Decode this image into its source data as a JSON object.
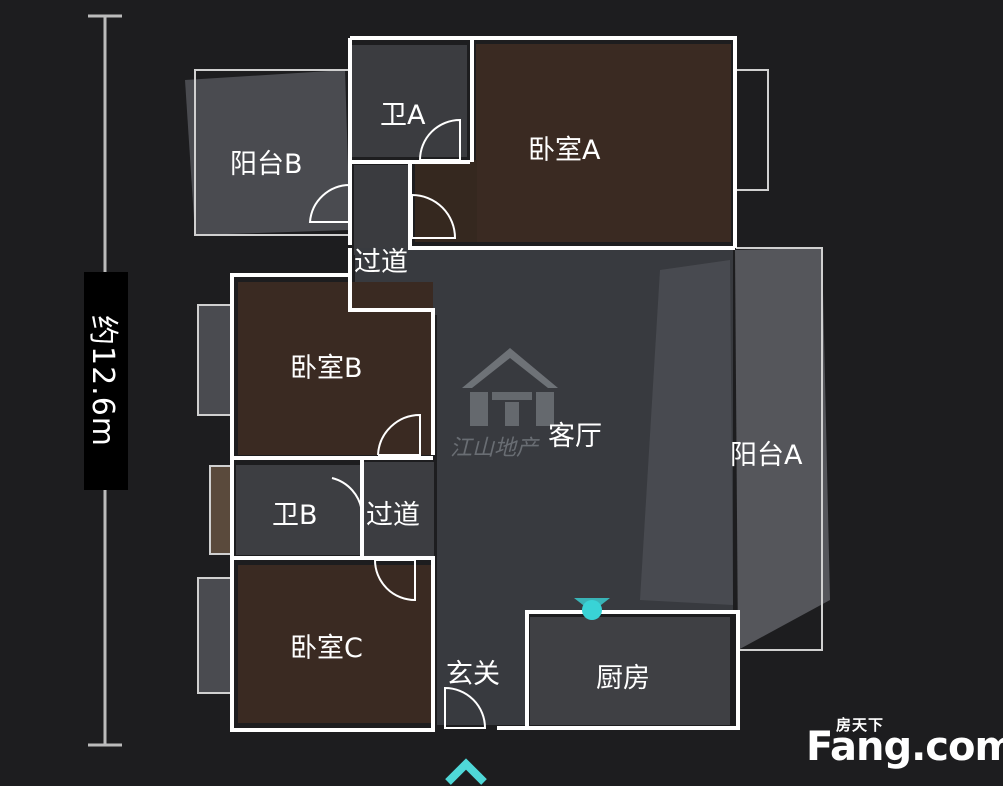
{
  "dimension": {
    "label": "约12.6m"
  },
  "rooms": {
    "bathroom_a": "卫A",
    "bedroom_a": "卧室A",
    "balcony_b": "阳台B",
    "corridor_upper": "过道",
    "bedroom_b": "卧室B",
    "living_room": "客厅",
    "balcony_a": "阳台A",
    "bathroom_b": "卫B",
    "corridor_lower": "过道",
    "bedroom_c": "卧室C",
    "entrance": "玄关",
    "kitchen": "厨房"
  },
  "watermark": {
    "text": "江山地产"
  },
  "brand": {
    "cn": "房天下",
    "en": "Fang.com"
  },
  "colors": {
    "background": "#1d1d1f",
    "wall": "#ffffff",
    "floor_wood": "#3a2a22",
    "floor_tile": "#3b3d42",
    "marker": "#39d3d6"
  },
  "icons": {
    "entry": "chevron-up-icon",
    "position_marker": "location-dot-icon"
  }
}
